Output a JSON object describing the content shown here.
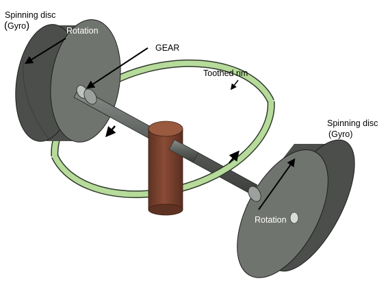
{
  "labels": {
    "spinning_disc_left_line1": "Spinning disc",
    "spinning_disc_left_line2": "Gyro",
    "rotation_left": "Rotation",
    "gear": "GEAR",
    "toothed_rim": "Toothed rim",
    "spinning_disc_right_line1": "Spinning disc",
    "spinning_disc_right_line2": "(Gyro)",
    "rotation_right": "Rotation"
  },
  "colors": {
    "disc_face": "#6e726e",
    "disc_edge": "#4b4e4b",
    "disc_outline": "#1e1e1e",
    "rim_green": "#b6db9a",
    "axle": "#555a55",
    "post_brown": "#7a4330",
    "post_top": "#9a5a40"
  }
}
